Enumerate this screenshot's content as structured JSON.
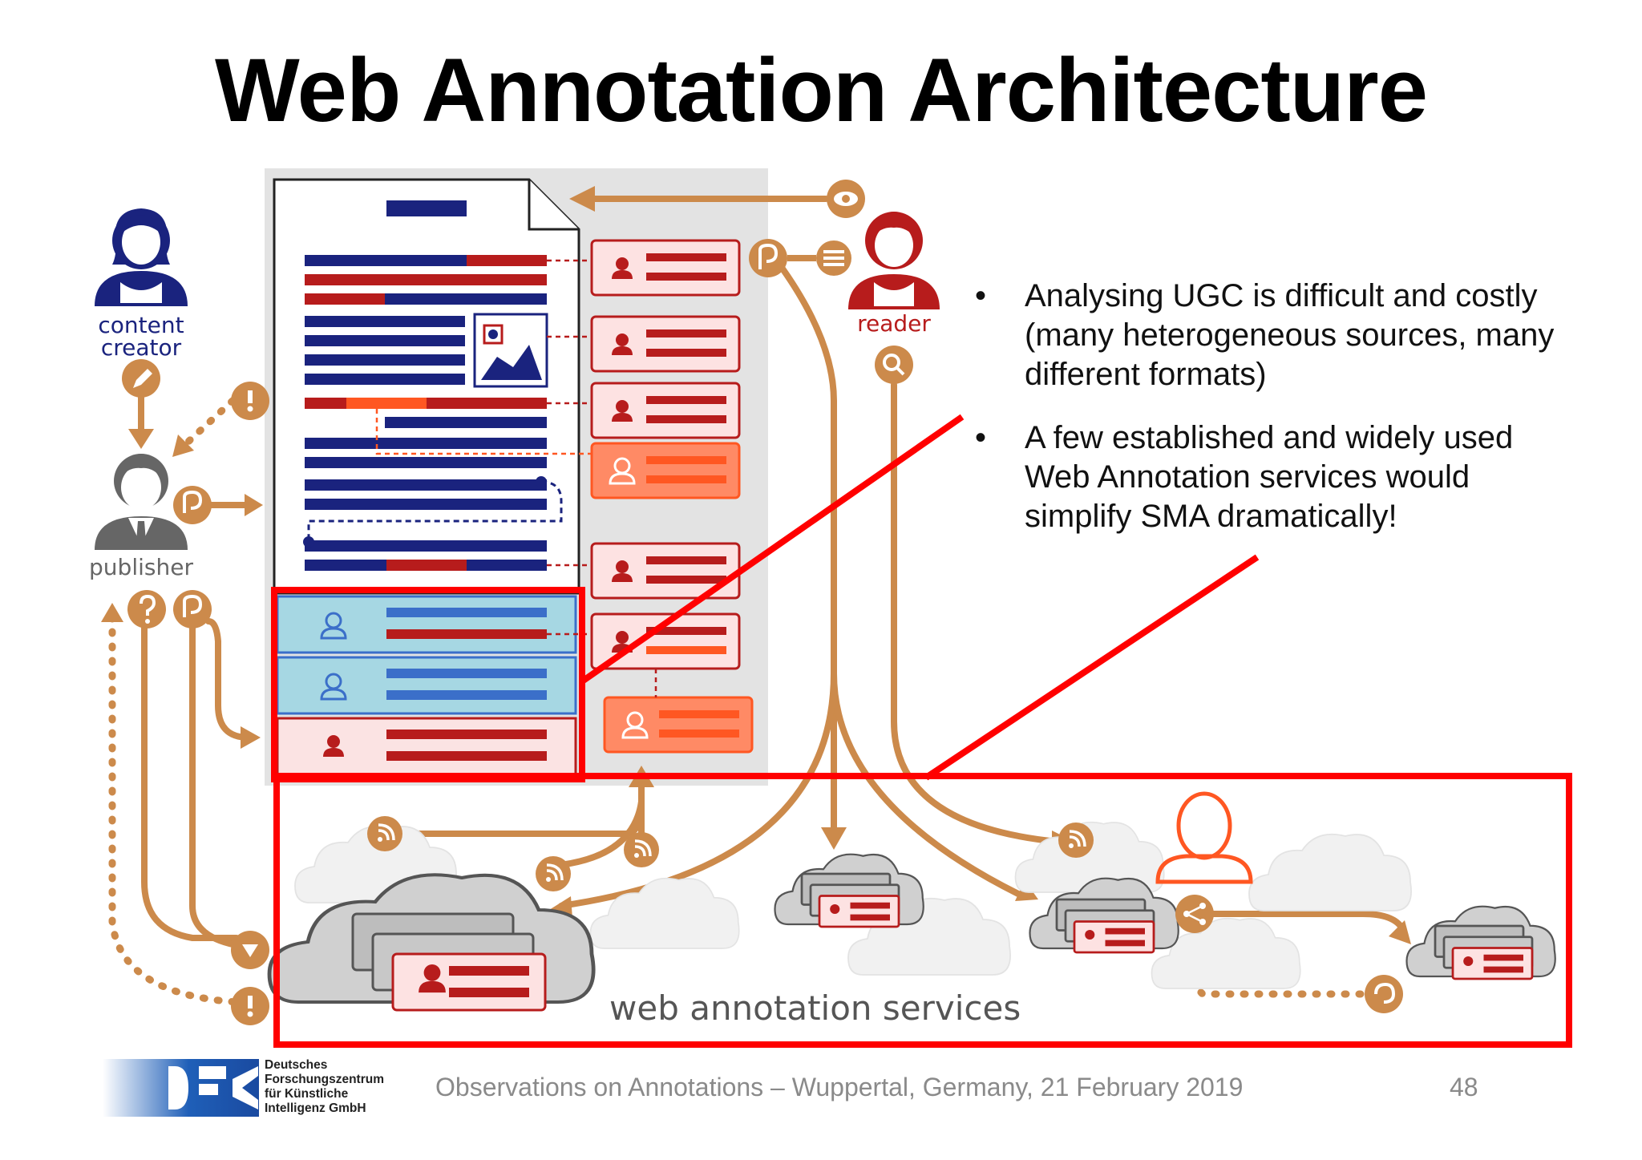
{
  "title": "Web Annotation Architecture",
  "labels": {
    "content_creator_line1": "content",
    "content_creator_line2": "creator",
    "publisher": "publisher",
    "reader": "reader",
    "services": "web annotation services"
  },
  "bullets": [
    "Analysing UGC is difficult and costly (many heterogeneous sources, many different formats)",
    "A few established and widely used Web Annotation services would simplify SMA dramatically!"
  ],
  "bullet_marker": "•",
  "footer": {
    "text": "Observations on Annotations – Wuppertal, Germany, 21 February 2019",
    "page_number": "48",
    "logo_lines": [
      "Deutsches",
      "Forschungszentrum",
      "für Künstliche",
      "Intelligenz GmbH"
    ]
  },
  "colors": {
    "navy": "#1a237e",
    "darkred": "#b71c1c",
    "orange": "#ff5722",
    "tan": "#cc8a4b",
    "highlight_red": "#ff0000",
    "cloud_gray": "#d0d0d0"
  },
  "icons": [
    "person-icon",
    "pencil-icon",
    "eye-icon",
    "search-icon",
    "share-icon",
    "rss-icon",
    "question-icon",
    "alert-icon",
    "download-icon",
    "list-icon",
    "annotation-icon",
    "image-icon"
  ]
}
